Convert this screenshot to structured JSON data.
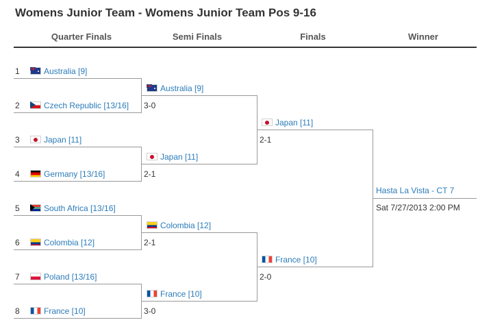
{
  "title": "Womens Junior Team - Womens Junior Team Pos 9-16",
  "columns": [
    "Quarter Finals",
    "Semi Finals",
    "Finals",
    "Winner"
  ],
  "quarter_finals": [
    {
      "seed": "1",
      "team": "Australia [9]",
      "flag": "flag-australia-icon",
      "score": ""
    },
    {
      "seed": "2",
      "team": "Czech Republic [13/16]",
      "flag": "flag-czech-republic-icon",
      "score": ""
    },
    {
      "seed": "3",
      "team": "Japan [11]",
      "flag": "flag-japan-icon",
      "score": ""
    },
    {
      "seed": "4",
      "team": "Germany [13/16]",
      "flag": "flag-germany-icon",
      "score": ""
    },
    {
      "seed": "5",
      "team": "South Africa [13/16]",
      "flag": "flag-south-africa-icon",
      "score": ""
    },
    {
      "seed": "6",
      "team": "Colombia [12]",
      "flag": "flag-colombia-icon",
      "score": ""
    },
    {
      "seed": "7",
      "team": "Poland [13/16]",
      "flag": "flag-poland-icon",
      "score": ""
    },
    {
      "seed": "8",
      "team": "France [10]",
      "flag": "flag-france-icon",
      "score": ""
    }
  ],
  "quarter_scores": [
    "3-0",
    "2-1",
    "2-1",
    "3-0"
  ],
  "semi_finals": [
    {
      "team": "Australia [9]",
      "flag": "flag-australia-icon"
    },
    {
      "team": "Japan [11]",
      "flag": "flag-japan-icon"
    },
    {
      "team": "Colombia [12]",
      "flag": "flag-colombia-icon"
    },
    {
      "team": "France [10]",
      "flag": "flag-france-icon"
    }
  ],
  "semi_scores": [
    "2-1",
    "2-0"
  ],
  "finals": [
    {
      "team": "Japan [11]",
      "flag": "flag-japan-icon"
    },
    {
      "team": "France [10]",
      "flag": "flag-france-icon"
    }
  ],
  "winner": {
    "venue": "Hasta La Vista - CT 7",
    "datetime": "Sat 7/27/2013 2:00 PM"
  }
}
